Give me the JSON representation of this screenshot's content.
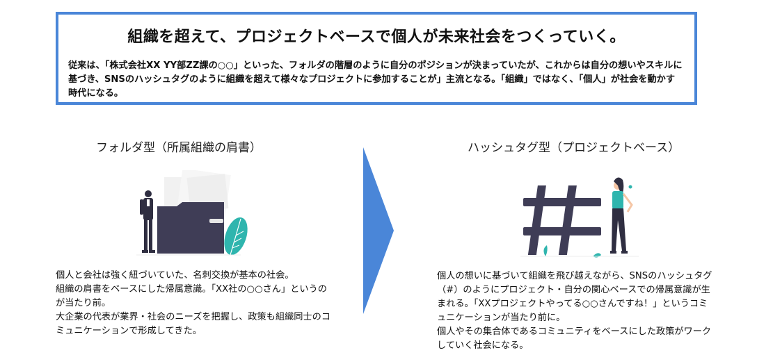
{
  "header": {
    "title": "組織を超えて、プロジェクトベースで個人が未来社会をつくっていく。",
    "body": "従来は、「株式会社XX YY部ZZ課の○○」といった、フォルダの階層のように自分のポジションが決まっていたが、これからは自分の想いやスキルに基づき、SNSのハッシュタグのように組織を超えて様々なプロジェクトに参加することが」主流となる。「組織」ではなく、「個人」が社会を動かす時代になる。"
  },
  "left": {
    "title": "フォルダ型（所属組織の肩書）",
    "lines": [
      "個人と会社は強く紐づいていた、名刺交換が基本の社会。",
      "組織の肩書をベースにした帰属意識。「XX社の○○さん」というのが当たり前。",
      "大企業の代表が業界・社会のニーズを把握し、政策も組織同士のコミュニケーションで形成してきた。"
    ]
  },
  "right": {
    "title": "ハッシュタグ型（プロジェクトベース）",
    "lines": [
      "個人の想いに基づいて組織を飛び越えながら、SNSのハッシュタグ（#）のようにプロジェクト・自分の関心ベースでの帰属意識が生まれる。「XXプロジェクトやってる○○さんですね！」というコミュニケーションが当たり前に。",
      "個人やその集合体であるコミュニティをベースにした政策がワークしていく社会になる。"
    ]
  },
  "colors": {
    "accent": "#4a86d8",
    "dark": "#3f3d56",
    "teal": "#2fb5ae"
  }
}
